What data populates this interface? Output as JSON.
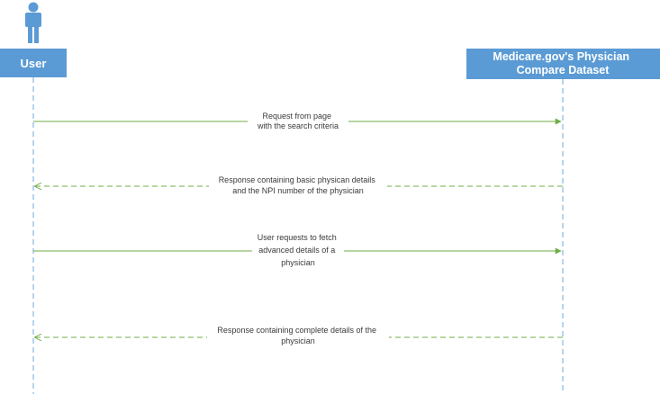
{
  "diagram": {
    "type": "sequence",
    "colors": {
      "actor_fill": "#5b9bd5",
      "actor_text": "#ffffff",
      "lifeline": "#6fa8dc",
      "message": "#70ad47",
      "label_text": "#3a3a3a"
    },
    "participants": [
      {
        "id": "user",
        "label": "User",
        "icon": "person-icon"
      },
      {
        "id": "dataset",
        "label_lines": [
          "Medicare.gov's Physician",
          "Compare Dataset"
        ]
      }
    ],
    "messages": [
      {
        "from": "user",
        "to": "dataset",
        "style": "solid",
        "label_lines": [
          "Request from page",
          "with the search criteria"
        ]
      },
      {
        "from": "dataset",
        "to": "user",
        "style": "dashed",
        "label_lines": [
          "Response containing basic physican details",
          "and the NPI number of the physician"
        ]
      },
      {
        "from": "user",
        "to": "dataset",
        "style": "solid",
        "label_lines": [
          "User requests to fetch",
          "advanced details of a",
          "physician"
        ]
      },
      {
        "from": "dataset",
        "to": "user",
        "style": "dashed",
        "label_lines": [
          "Response containing complete details of the",
          "physician"
        ]
      }
    ]
  }
}
